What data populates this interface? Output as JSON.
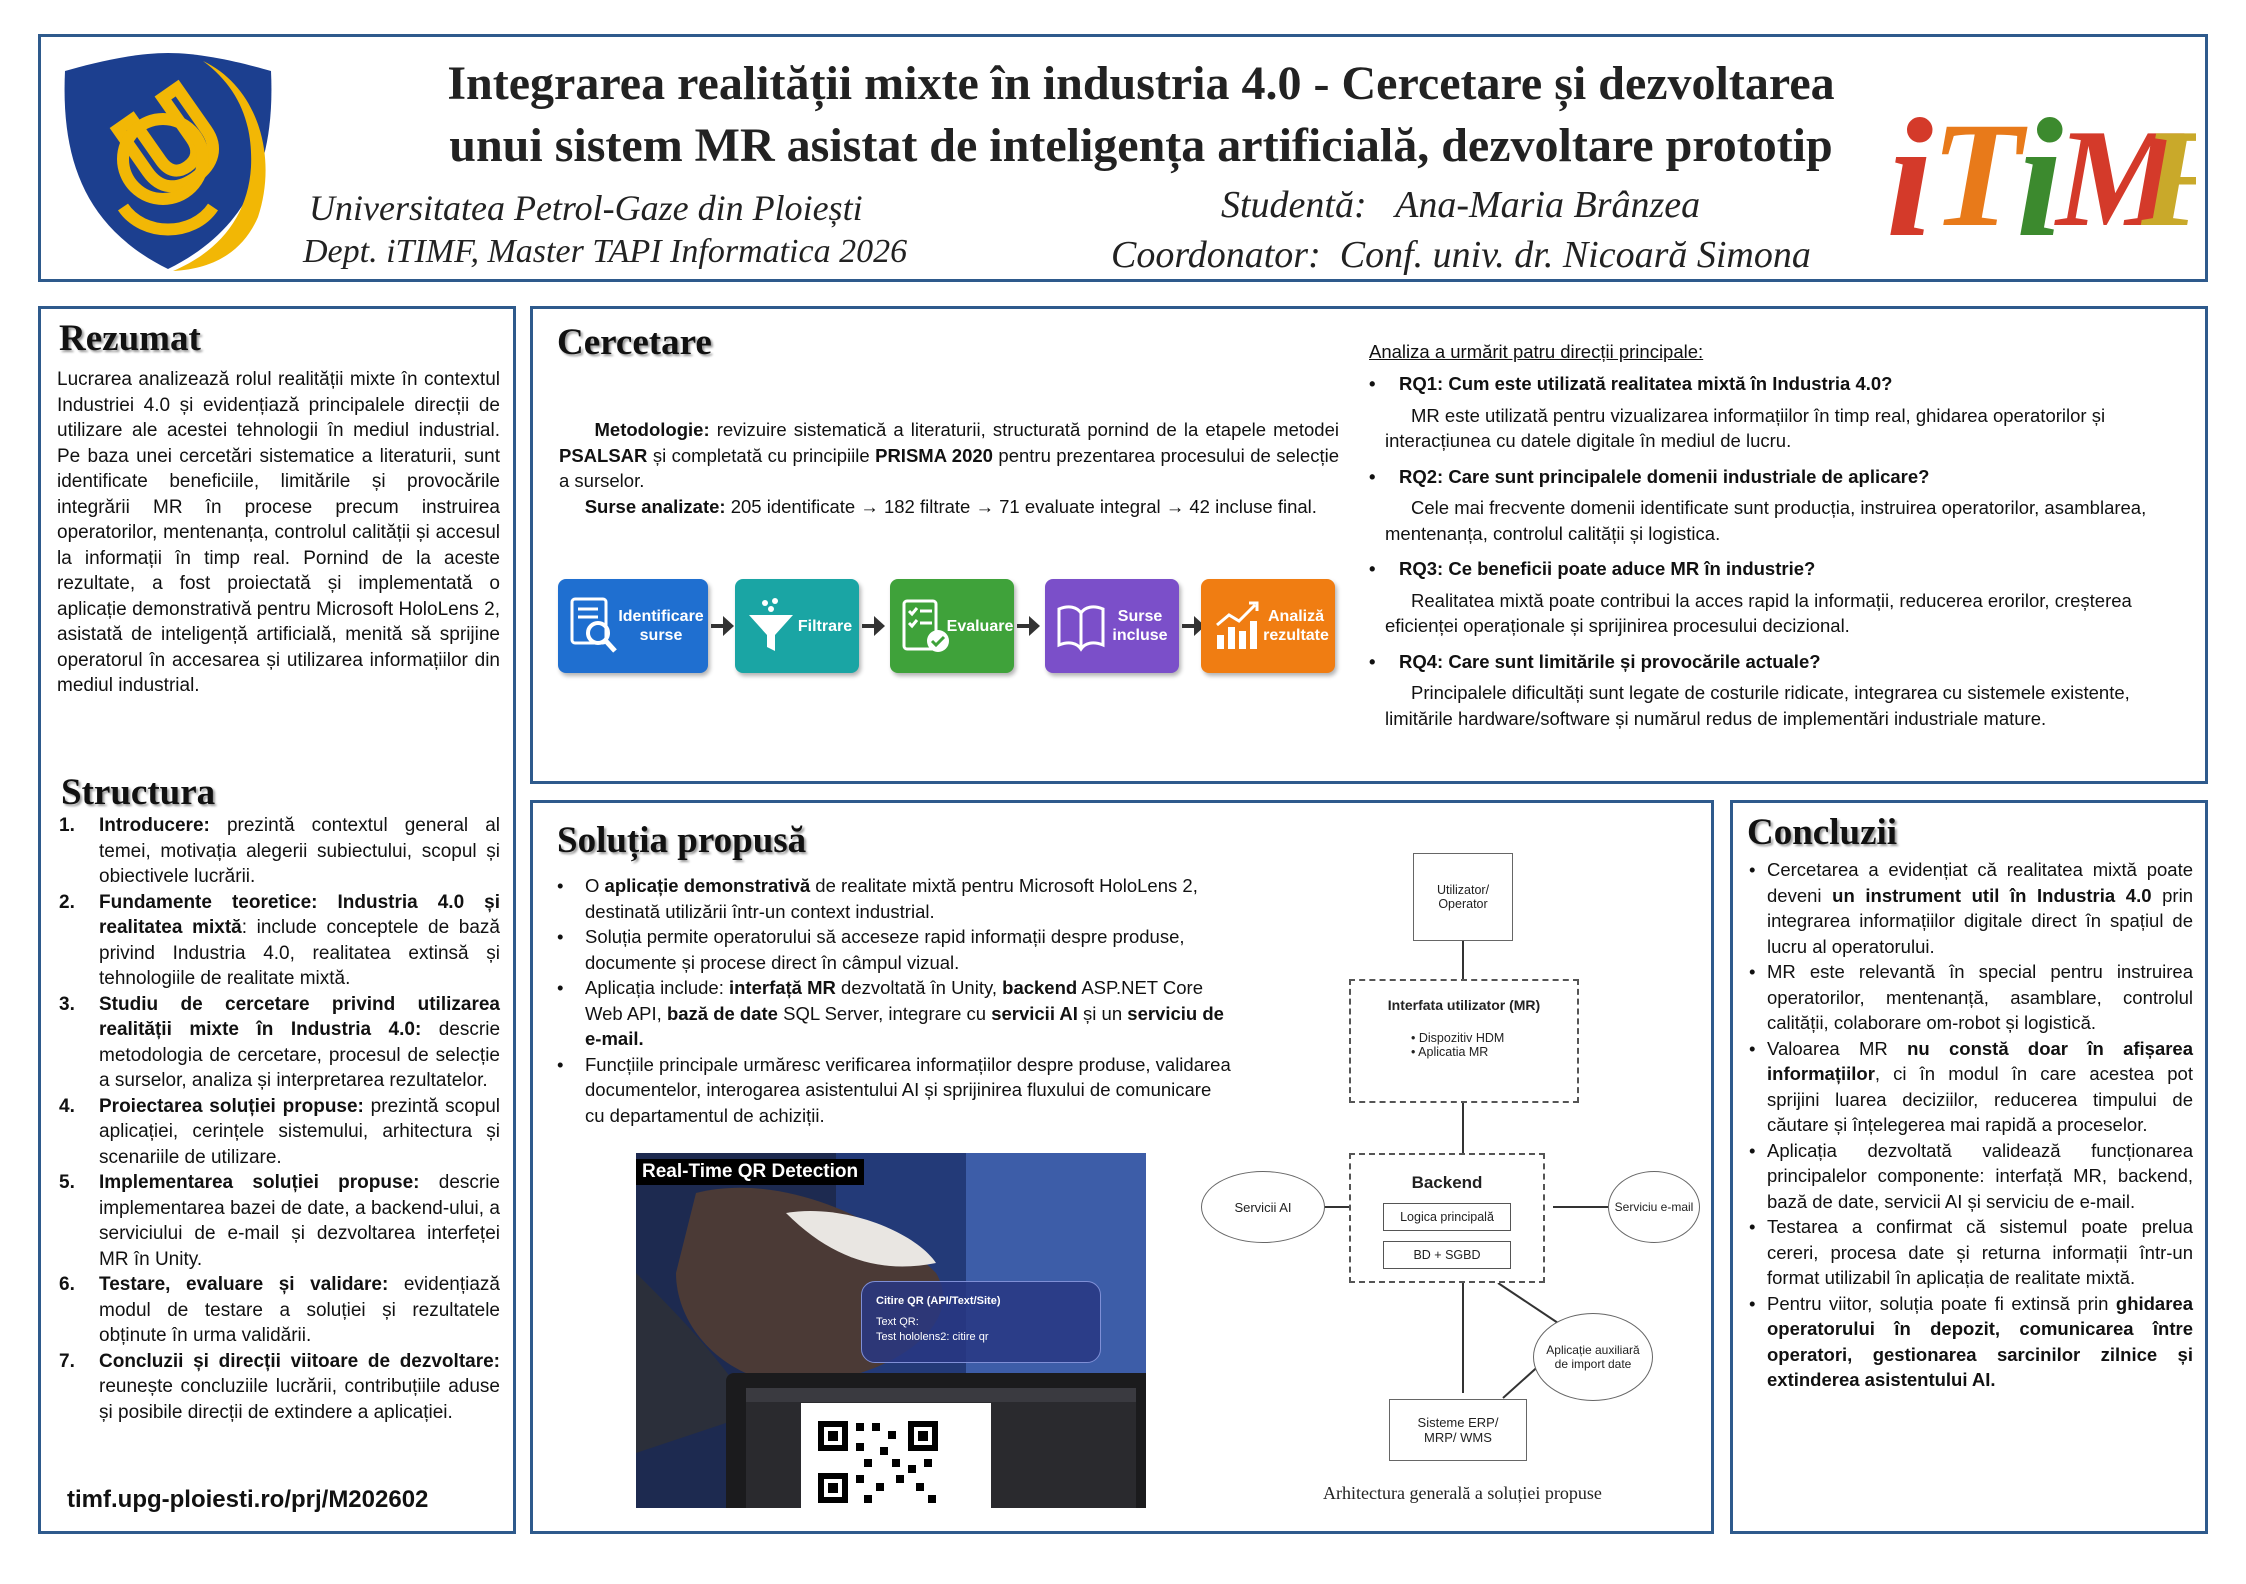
{
  "header": {
    "title_line1": "Integrarea realității mixte în industria 4.0 - Cercetare și dezvoltarea",
    "title_line2": "unui sistem MR asistat de inteligența artificială, dezvoltare prototip",
    "university": "Universitatea Petrol-Gaze din Ploiești",
    "department": "Dept. iTIMF, Master TAPI Informatica 2026",
    "student_label": "Studentă:",
    "student_name": "Ana-Maria Brânzea",
    "coord_label": "Coordonator:",
    "coord_name": "Conf.  univ. dr. Nicoară Simona",
    "logo_left_text": "UPG",
    "logo_right_text": "iTIMF",
    "colors": {
      "border": "#2e5a8c",
      "upg_blue": "#1c3f8f",
      "upg_gold": "#f2b705"
    }
  },
  "rezumat": {
    "title": "Rezumat",
    "text": "Lucrarea analizează rolul realității mixte în contextul Industriei 4.0 și evidențiază principalele direcții de utilizare ale acestei tehnologii în mediul industrial. Pe baza unei cercetări sistematice a literaturii, sunt identificate beneficiile, limitările și provocările integrării MR în procese precum instruirea operatorilor, mentenanța, controlul calității și accesul la informații în timp real. Pornind de la aceste rezultate, a fost proiectată și implementată o aplicație demonstrativă pentru Microsoft HoloLens 2, asistată de inteligență artificială, menită să sprijine operatorul în accesarea și utilizarea informațiilor din mediul industrial."
  },
  "structura": {
    "title": "Structura",
    "items": [
      {
        "num": "1.",
        "bold": "Introducere:",
        "text": " prezintă contextul general al temei, motivația alegerii subiectului, scopul și obiectivele lucrării."
      },
      {
        "num": "2.",
        "bold": "Fundamente teoretice: Industria 4.0 și realitatea mixtă",
        "text": ": include conceptele de bază privind Industria 4.0, realitatea extinsă și tehnologiile de realitate mixtă."
      },
      {
        "num": "3.",
        "bold": "Studiu de cercetare privind utilizarea realității mixte în Industria 4.0:",
        "text": " descrie metodologia de cercetare, procesul de selecție a surselor, analiza și interpretarea rezultatelor."
      },
      {
        "num": "4.",
        "bold": "Proiectarea soluției propuse:",
        "text": " prezintă scopul aplicației, cerințele sistemului, arhitectura și scenariile de utilizare."
      },
      {
        "num": "5.",
        "bold": "Implementarea soluției propuse:",
        "text": " descrie implementarea bazei de date, a backend-ului, a serviciului de e-mail și dezvoltarea interfeței MR în Unity."
      },
      {
        "num": "6.",
        "bold": "Testare, evaluare și validare:",
        "text": " evidențiază modul de testare a soluției și rezultatele obținute în urma validării."
      },
      {
        "num": "7.",
        "bold": "Concluzii și direcții viitoare de dezvoltare:",
        "text": " reunește concluziile lucrării, contribuțiile aduse și posibile direcții de extindere a aplicației."
      }
    ],
    "link": "timf.upg-ploiesti.ro/prj/M202602"
  },
  "cercetare": {
    "title": "Cercetare",
    "metodologie_label": "Metodologie:",
    "metodologie_a": " revizuire sistematică a literaturii, structurată pornind de la etapele metodei ",
    "psalsar": "PSALSAR",
    "metodologie_b": " și completată cu principiile ",
    "prisma": "PRISMA 2020",
    "metodologie_c": " pentru prezentarea procesului de selecție a surselor.",
    "surse_label": "Surse analizate:",
    "surse_text": " 205 identificate → 182 filtrate → 71 evaluate integral → 42 incluse final.",
    "flow": [
      {
        "label": "Identificare surse",
        "color": "#1f6fd0",
        "icon": "search-document-icon"
      },
      {
        "label": "Filtrare",
        "color": "#1aa5a4",
        "icon": "funnel-icon"
      },
      {
        "label": "Evaluare",
        "color": "#3fa23a",
        "icon": "checklist-icon"
      },
      {
        "label": "Surse incluse",
        "color": "#7b4fc9",
        "icon": "book-icon"
      },
      {
        "label": "Analiză rezultate",
        "color": "#f07d12",
        "icon": "chart-icon"
      }
    ],
    "analiza_intro": "Analiza  a urmărit patru direcții principale:",
    "rqs": [
      {
        "q": "RQ1: Cum este utilizată  realitatea mixtă în Industria 4.0?",
        "a": "MR este utilizată pentru vizualizarea informațiilor în timp real, ghidarea operatorilor și interacțiunea cu datele digitale în mediul de lucru."
      },
      {
        "q": "RQ2: Care sunt principalele domenii industriale de aplicare?",
        "a": "Cele mai frecvente domenii identificate sunt producția, instruirea operatorilor, asamblarea, mentenanța,  controlul calității și logistica."
      },
      {
        "q": "RQ3: Ce beneficii  poate aduce MR în industrie?",
        "a": "Realitatea mixtă poate contribui la acces rapid la informații, reducerea erorilor, creșterea eficienței operaționale și sprijinirea procesului decizional."
      },
      {
        "q": "RQ4:  Care sunt limitările  și provocările actuale?",
        "a": "Principalele dificultăți sunt legate de costurile ridicate, integrarea cu sistemele existente, limitările hardware/software și numărul  redus de implementări  industriale mature."
      }
    ]
  },
  "solutia": {
    "title": "Soluția  propusă",
    "bullets": [
      [
        {
          "t": "O "
        },
        {
          "b": "aplicație demonstrativă"
        },
        {
          "t": " de realitate mixtă pentru Microsoft HoloLens 2, destinată utilizării într-un context industrial."
        }
      ],
      [
        {
          "t": "Soluția permite operatorului să acceseze rapid informații despre produse, documente și procese direct în câmpul vizual."
        }
      ],
      [
        {
          "t": "Aplicația include: "
        },
        {
          "b": "interfață MR"
        },
        {
          "t": " dezvoltată în Unity, "
        },
        {
          "b": "backend"
        },
        {
          "t": " ASP.NET Core Web API, "
        },
        {
          "b": "bază de date"
        },
        {
          "t": " SQL Server, integrare cu "
        },
        {
          "b": "servicii AI"
        },
        {
          "t": " și un "
        },
        {
          "b": "serviciu de e-mail."
        }
      ],
      [
        {
          "t": "Funcțiile principale urmăresc verificarea informațiilor despre produse, validarea documentelor,  interogarea asistentului AI și sprijinirea fluxului  de comunicare cu departamentul  de achiziții."
        }
      ]
    ],
    "photo": {
      "banner": "Real-Time QR Detection",
      "panel_title": "Citire QR (API/Text/Site)",
      "panel_line1": "Text QR:",
      "panel_line2": "Test hololens2: citire qr"
    },
    "diagram": {
      "user": "Utilizator/ Operator",
      "ui_title": "Interfata utilizator (MR)",
      "ui_items": [
        "Dispozitiv HDM",
        "Aplicatia MR"
      ],
      "backend_title": "Backend",
      "logica": "Logica principală",
      "bd": "BD + SGBD",
      "ai": "Servicii AI",
      "email": "Serviciu e-mail",
      "aux": "Aplicație auxiliară de import date",
      "erp": "Sisteme ERP/ MRP/ WMS",
      "caption": "Arhitectura  generală  a soluției propuse"
    }
  },
  "concluzii": {
    "title": "Concluzii",
    "bullets": [
      [
        {
          "t": "Cercetarea a evidențiat că realitatea mixtă poate deveni "
        },
        {
          "b": "un instrument util în Industria 4.0"
        },
        {
          "t": " prin integrarea informațiilor digitale direct în spațiul de lucru al operatorului."
        }
      ],
      [
        {
          "t": "MR este relevantă în special pentru instruirea operatorilor, mentenanță, asamblare, controlul calității, colaborare om-robot și logistică."
        }
      ],
      [
        {
          "t": "Valoarea MR "
        },
        {
          "b": "nu constă doar în afișarea informațiilor"
        },
        {
          "t": ", ci în modul în care acestea pot sprijini luarea deciziilor, reducerea timpului de căutare și înțelegerea mai rapidă a proceselor."
        }
      ],
      [
        {
          "t": "Aplicația dezvoltată validează funcționarea principalelor componente: interfață MR, backend, bază de date, servicii AI și serviciu de e-mail."
        }
      ],
      [
        {
          "t": "Testarea a confirmat că sistemul poate prelua cereri, procesa date și returna informații într-un format utilizabil în aplicația de realitate mixtă."
        }
      ],
      [
        {
          "t": "Pentru viitor, soluția poate fi extinsă prin "
        },
        {
          "b": "ghidarea operatorului în depozit, comunicarea între operatori, gestionarea sarcinilor zilnice și extinderea asistentului AI."
        }
      ]
    ]
  }
}
